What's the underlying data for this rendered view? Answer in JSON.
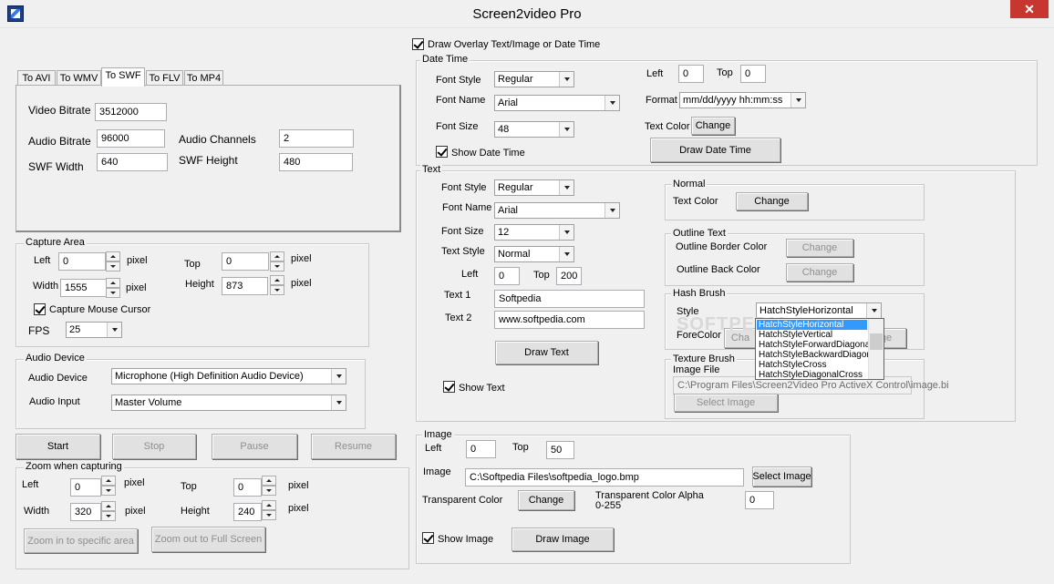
{
  "window": {
    "title": "Screen2video Pro",
    "close_glyph": "✕"
  },
  "tabs": [
    {
      "label": "To AVI"
    },
    {
      "label": "To WMV"
    },
    {
      "label": "To SWF"
    },
    {
      "label": "To FLV"
    },
    {
      "label": "To MP4"
    }
  ],
  "swf": {
    "video_bitrate_label": "Video Bitrate",
    "video_bitrate": "3512000",
    "audio_bitrate_label": "Audio Bitrate",
    "audio_bitrate": "96000",
    "audio_channels_label": "Audio Channels",
    "audio_channels": "2",
    "swf_width_label": "SWF Width",
    "swf_width": "640",
    "swf_height_label": "SWF Height",
    "swf_height": "480"
  },
  "capture_area": {
    "title": "Capture Area",
    "left_label": "Left",
    "left": "0",
    "top_label": "Top",
    "top": "0",
    "width_label": "Width",
    "width": "1555",
    "height_label": "Height",
    "height": "873",
    "pixel": "pixel",
    "mouse_cursor_label": "Capture Mouse Cursor",
    "fps_label": "FPS",
    "fps": "25"
  },
  "audio_device": {
    "title": "Audio Device",
    "device_label": "Audio Device",
    "device": "Microphone (High Definition Audio Device)",
    "input_label": "Audio Input",
    "input": "Master Volume"
  },
  "controls": {
    "start": "Start",
    "stop": "Stop",
    "pause": "Pause",
    "resume": "Resume"
  },
  "zoom": {
    "title": "Zoom when capturing",
    "left_label": "Left",
    "left": "0",
    "top_label": "Top",
    "top": "0",
    "width_label": "Width",
    "width": "320",
    "height_label": "Height",
    "height": "240",
    "pixel": "pixel",
    "zoom_in": "Zoom in to specific area",
    "zoom_out": "Zoom out to Full Screen"
  },
  "overlay": {
    "draw_overlay_label": "Draw Overlay Text/Image or Date Time"
  },
  "date_time": {
    "title": "Date Time",
    "font_style_label": "Font Style",
    "font_style": "Regular",
    "font_name_label": "Font Name",
    "font_name": "Arial",
    "font_size_label": "Font Size",
    "font_size": "48",
    "show_label": "Show Date Time",
    "left_label": "Left",
    "left": "0",
    "top_label": "Top",
    "top": "0",
    "format_label": "Format",
    "format": "mm/dd/yyyy hh:mm:ss",
    "text_color_label": "Text Color",
    "change": "Change",
    "draw": "Draw Date Time"
  },
  "text": {
    "title": "Text",
    "font_style_label": "Font Style",
    "font_style": "Regular",
    "font_name_label": "Font Name",
    "font_name": "Arial",
    "font_size_label": "Font Size",
    "font_size": "12",
    "text_style_label": "Text Style",
    "text_style": "Normal",
    "left_label": "Left",
    "left": "0",
    "top_label": "Top",
    "top": "200",
    "text1_label": "Text 1",
    "text1": "Softpedia",
    "text2_label": "Text 2",
    "text2": "www.softpedia.com",
    "draw": "Draw Text",
    "show_label": "Show Text",
    "normal_title": "Normal",
    "text_color_label": "Text Color",
    "change": "Change",
    "outline_title": "Outline Text",
    "outline_border_label": "Outline Border Color",
    "outline_back_label": "Outline Back Color",
    "hash_title": "Hash Brush",
    "style_label": "Style",
    "style_value": "HatchStyleHorizontal",
    "forecolor_label": "ForeColor",
    "forecolor_btn_partial": "Cha",
    "backcolor_btn_partial": "ge",
    "hatch_options": [
      "HatchStyleHorizontal",
      "HatchStyleVertical",
      "HatchStyleForwardDiagonal",
      "HatchStyleBackwardDiagona",
      "HatchStyleCross",
      "HatchStyleDiagonalCross"
    ],
    "texture_title": "Texture Brush",
    "image_file_label": "Image File",
    "image_file": "C:\\Program Files\\Screen2Video Pro ActiveX Control\\image.bi",
    "select_image": "Select Image",
    "watermark": "SOFTPEDIA"
  },
  "image": {
    "title": "Image",
    "left_label": "Left",
    "left": "0",
    "top_label": "Top",
    "top": "50",
    "image_label": "Image",
    "image_path": "C:\\Softpedia Files\\softpedia_logo.bmp",
    "select_image": "Select Image",
    "transparent_color_label": "Transparent Color",
    "change": "Change",
    "alpha_label": "Transparent Color Alpha",
    "alpha_range": "0-255",
    "alpha": "0",
    "show_label": "Show Image",
    "draw": "Draw Image"
  }
}
